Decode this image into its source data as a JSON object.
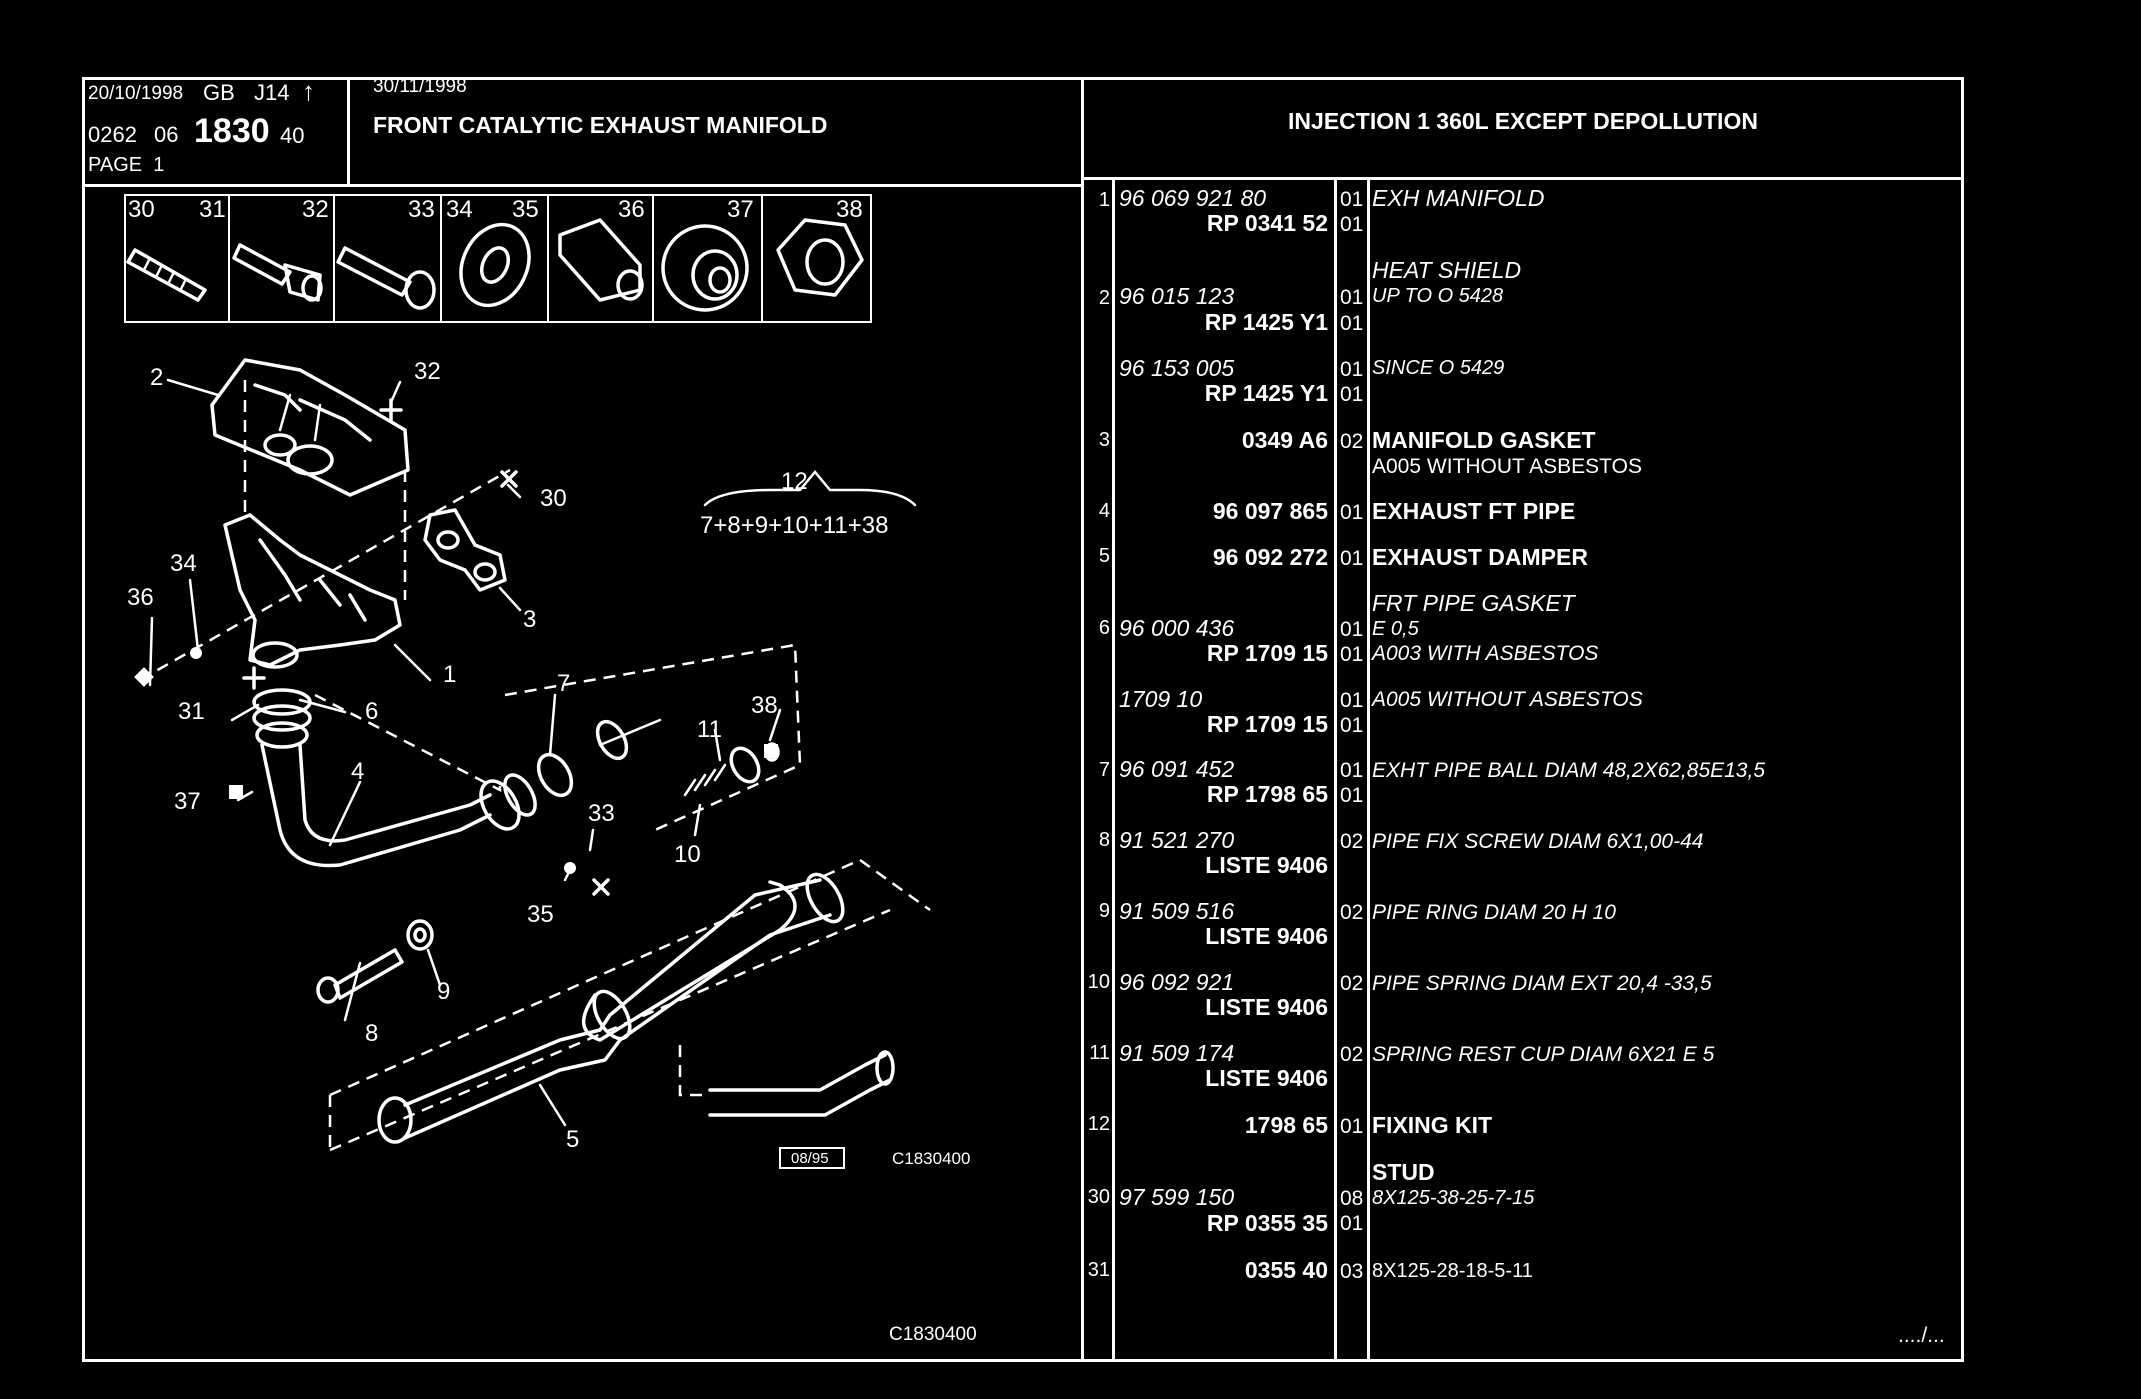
{
  "header": {
    "date": "20/10/1998",
    "country": "GB",
    "code": "J14",
    "arrow": "↑",
    "ref_a": "0262",
    "ref_b": "06",
    "ref_main": "1830",
    "ref_c": "40",
    "page": "PAGE  1",
    "update_date": "30/11/1998",
    "title": "FRONT CATALYTIC EXHAUST MANIFOLD",
    "application": "INJECTION 1 360L EXCEPT DEPOLLUTION"
  },
  "fastener_strip": {
    "labels": [
      "30",
      "31",
      "32",
      "33",
      "34",
      "35",
      "36",
      "37",
      "38"
    ]
  },
  "diagram": {
    "callouts": [
      "2",
      "32",
      "30",
      "3",
      "34",
      "36",
      "1",
      "31",
      "6",
      "7",
      "12",
      "7+8+9+10+11+38",
      "11",
      "38",
      "37",
      "4",
      "33",
      "10",
      "35",
      "9",
      "8",
      "5"
    ],
    "date_box": "08/95",
    "ref_code": "C1830400",
    "footer_code": "C1830400"
  },
  "parts": [
    {
      "num": "1",
      "ref1": "96 069 921 80",
      "ref2": "RP  0341 52",
      "q1": "01",
      "q2": "01",
      "d1": "EXH MANIFOLD",
      "d2": ""
    },
    {
      "num": "2",
      "ref1": "96 015 123",
      "ref2": "RP  1425 Y1",
      "q1": "01",
      "q2": "01",
      "d0": "HEAT SHIELD",
      "d1": "UP TO  O 5428",
      "d2": ""
    },
    {
      "num": "",
      "ref1": "96 153 005",
      "ref2": "RP  1425 Y1",
      "q1": "01",
      "q2": "01",
      "d1": "SINCE  O 5429",
      "d2": ""
    },
    {
      "num": "3",
      "ref1": "",
      "ref2": "0349 A6",
      "q1": "02",
      "d1": "MANIFOLD GASKET",
      "d2": "A005 WITHOUT ASBESTOS"
    },
    {
      "num": "4",
      "ref2": "96 097 865",
      "q1": "01",
      "d1": "EXHAUST FT PIPE"
    },
    {
      "num": "5",
      "ref2": "96 092 272",
      "q1": "01",
      "d1": "EXHAUST DAMPER"
    },
    {
      "num": "6",
      "ref1": "96 000 436",
      "ref2": "RP  1709 15",
      "q1": "01",
      "q2": "01",
      "d0": "FRT PIPE GASKET",
      "d1": "E 0,5",
      "d2": "A003 WITH ASBESTOS"
    },
    {
      "num": "",
      "ref1": "1709 10",
      "ref2": "RP  1709 15",
      "q1": "01",
      "q2": "01",
      "d1": "A005 WITHOUT ASBESTOS"
    },
    {
      "num": "7",
      "ref1": "96 091 452",
      "ref2": "RP  1798 65",
      "q1": "01",
      "q2": "01",
      "d1": "EXHT PIPE BALL DIAM 48,2X62,85E13,5"
    },
    {
      "num": "8",
      "ref1": "91 521 270",
      "ref2": "LISTE 9406",
      "q1": "02",
      "d1": "PIPE FIX SCREW DIAM 6X1,00-44"
    },
    {
      "num": "9",
      "ref1": "91 509 516",
      "ref2": "LISTE 9406",
      "q1": "02",
      "d1": "PIPE RING DIAM 20 H 10"
    },
    {
      "num": "10",
      "ref1": "96 092 921",
      "ref2": "LISTE 9406",
      "q1": "02",
      "d1": "PIPE SPRING DIAM EXT 20,4 -33,5"
    },
    {
      "num": "11",
      "ref1": "91 509 174",
      "ref2": "LISTE 9406",
      "q1": "02",
      "d1": "SPRING REST CUP DIAM 6X21 E 5"
    },
    {
      "num": "12",
      "ref2": "1798 65",
      "q1": "01",
      "d1": "FIXING KIT"
    },
    {
      "num": "30",
      "ref1": "97 599 150",
      "ref2": "RP  0355 35",
      "q1": "08",
      "q2": "01",
      "d0": "STUD",
      "d1": "8X125-38-25-7-15"
    },
    {
      "num": "31",
      "ref2": "0355 40",
      "q1": "03",
      "d1": "8X125-28-18-5-11"
    }
  ],
  "continuation": "..../..."
}
